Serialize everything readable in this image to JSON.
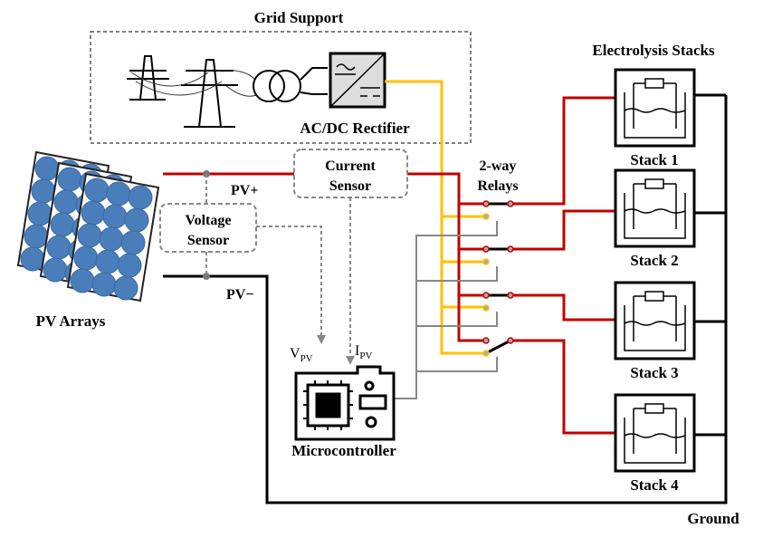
{
  "labels": {
    "grid_support": "Grid Support",
    "rectifier": "AC/DC Rectifier",
    "electrolysis_stacks": "Electrolysis Stacks",
    "current_sensor_1": "Current",
    "current_sensor_2": "Sensor",
    "voltage_sensor_1": "Voltage",
    "voltage_sensor_2": "Sensor",
    "pv_plus": "PV+",
    "pv_minus": "PV−",
    "pv_arrays": "PV Arrays",
    "relays_1": "2-way",
    "relays_2": "Relays",
    "vpv_main": "V",
    "vpv_sub": "PV",
    "ipv_main": "I",
    "ipv_sub": "PV",
    "microcontroller": "Microcontroller",
    "ground": "Ground",
    "stacks": [
      "Stack 1",
      "Stack 2",
      "Stack 3",
      "Stack 4"
    ]
  },
  "colors": {
    "pv_line": "#c00000",
    "grid_line": "#ffc000",
    "signal": "#808080",
    "ground": "#000000",
    "panel": "#4a7ebb"
  }
}
